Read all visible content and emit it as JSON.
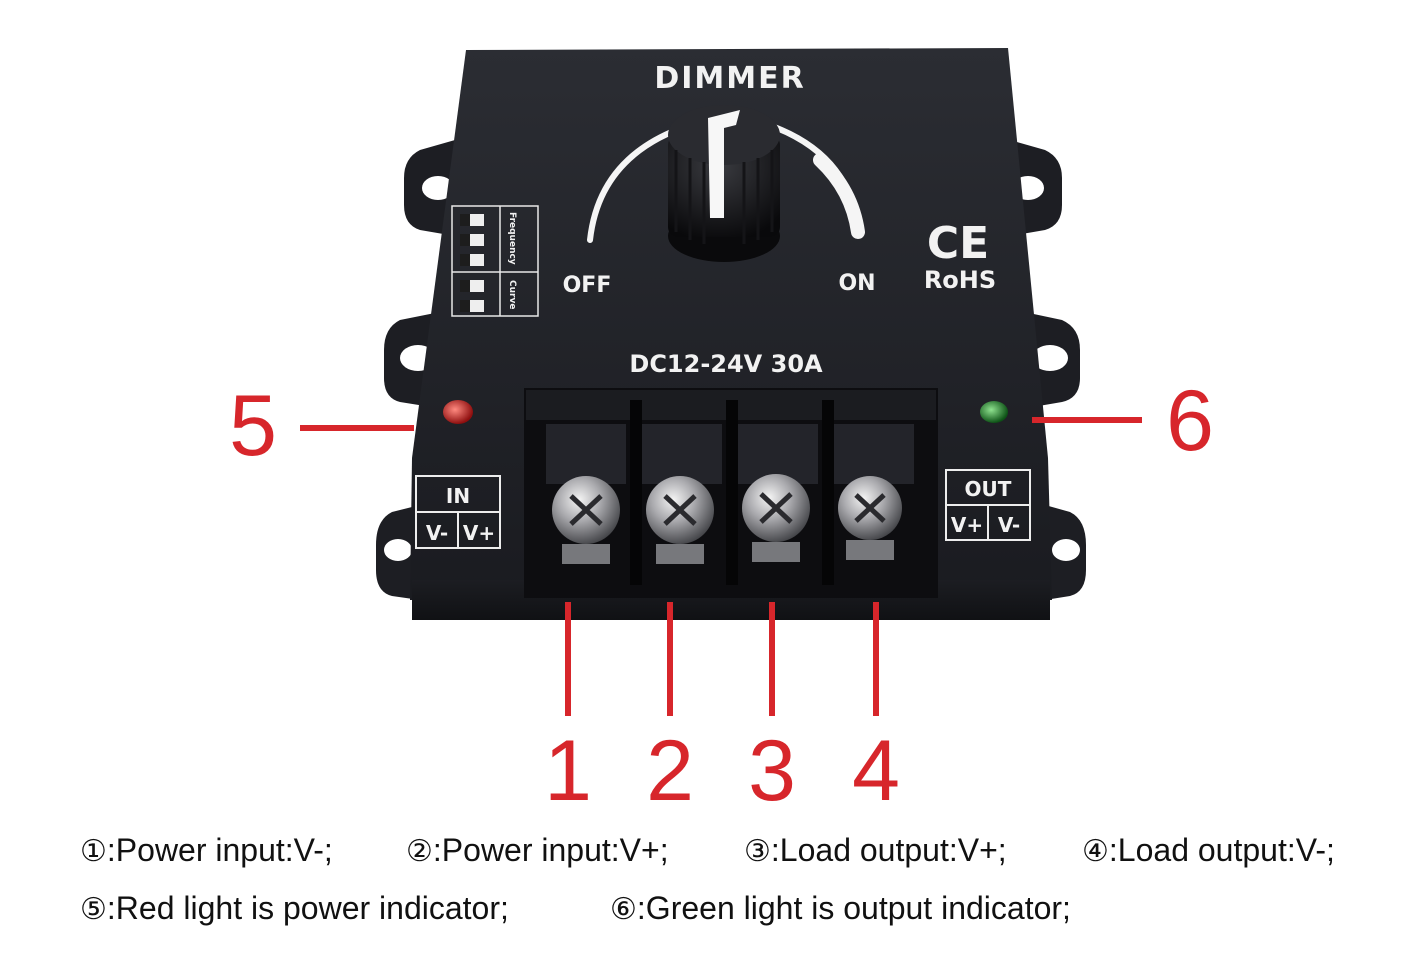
{
  "device": {
    "title": "DIMMER",
    "knob_off": "OFF",
    "knob_on": "ON",
    "ce_mark": "CE",
    "rohs": "RoHS",
    "rating": "DC12-24V 30A",
    "dip_frequency": "Frequency",
    "dip_curve": "Curve",
    "in_label": "IN",
    "in_v_minus": "V-",
    "in_v_plus": "V+",
    "out_label": "OUT",
    "out_v_plus": "V+",
    "out_v_minus": "V-",
    "led_left_color": "#d3201f",
    "led_right_color": "#1f8a2a",
    "callout_color": "#d7262b"
  },
  "callouts": {
    "n1": "1",
    "n2": "2",
    "n3": "3",
    "n4": "4",
    "n5": "5",
    "n6": "6"
  },
  "legend": {
    "i1": {
      "mark": "①",
      "text": ":Power input:V-;"
    },
    "i2": {
      "mark": "②",
      "text": ":Power input:V+;"
    },
    "i3": {
      "mark": "③",
      "text": ":Load output:V+;"
    },
    "i4": {
      "mark": "④",
      "text": ":Load output:V-;"
    },
    "i5": {
      "mark": "⑤",
      "text": ":Red light is power indicator;"
    },
    "i6": {
      "mark": "⑥",
      "text": ":Green light is output indicator;"
    }
  }
}
